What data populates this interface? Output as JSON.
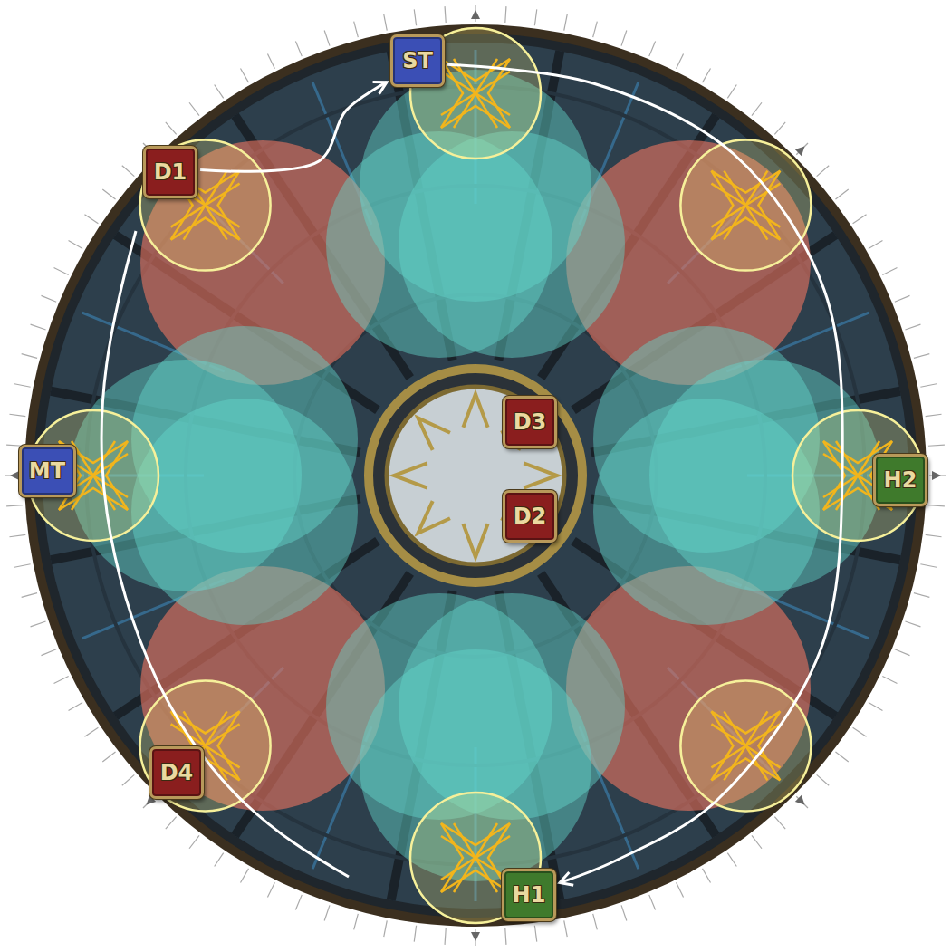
{
  "diagram": {
    "nodes": [
      {
        "text": [
          "ST"
        ]
      },
      {
        "text": [
          "D1"
        ]
      },
      {
        "text": [
          "D3"
        ]
      },
      {
        "text": [
          "MT"
        ]
      },
      {
        "text": [
          "H2"
        ]
      },
      {
        "text": [
          "D2"
        ]
      },
      {
        "text": [
          "D4"
        ]
      },
      {
        "text": [
          "H1"
        ]
      }
    ],
    "edges": [
      {
        "from": 1,
        "to": 0,
        "arrow": "to"
      },
      {
        "from": 0,
        "to": 7,
        "arrow": "to"
      }
    ]
  }
}
